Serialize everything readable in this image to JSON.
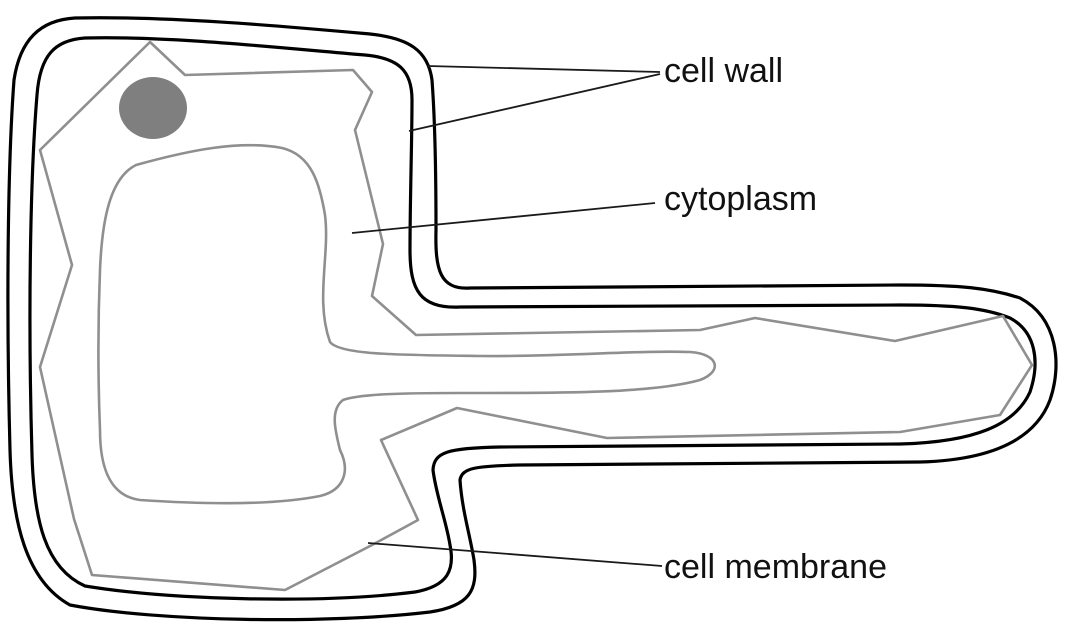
{
  "diagram": {
    "labels": {
      "cell_wall": "cell wall",
      "cytoplasm": "cytoplasm",
      "cell_membrane": "cell membrane"
    }
  },
  "colors": {
    "wall_stroke": "#000000",
    "membrane_stroke": "#8f8f8f",
    "nucleus_fill": "#7f7f7f",
    "leader_line": "#1a1a1a",
    "label_text": "#111111",
    "background": "#ffffff"
  }
}
